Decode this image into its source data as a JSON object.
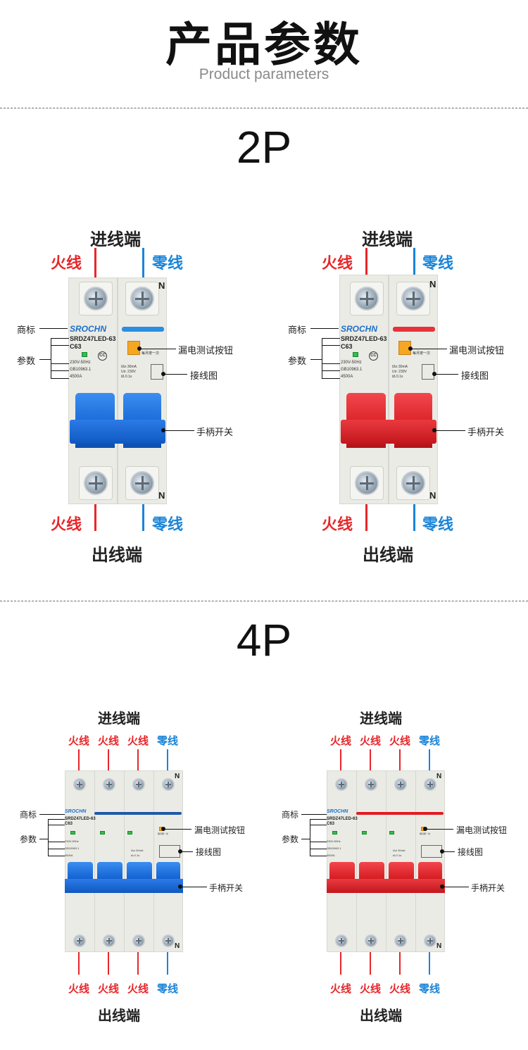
{
  "header": {
    "title": "产品参数",
    "subtitle": "Product parameters"
  },
  "sections": [
    {
      "label": "2P"
    },
    {
      "label": "4P"
    }
  ],
  "labels": {
    "incoming": "进线端",
    "outgoing": "出线端",
    "live": "火线",
    "neutral": "零线",
    "neutral_mark": "N",
    "trademark": "商标",
    "parameters": "参数",
    "test_button": "漏电测试按钮",
    "wiring_diagram": "接线图",
    "handle_switch": "手柄开关"
  },
  "breaker": {
    "brand": "SROCHN",
    "model": "SRDZ47LED-63",
    "rating": "C63",
    "voltage": "230V-50Hz",
    "standard": "GB10963.1",
    "breaking": "4500A",
    "ce_mark": "CC",
    "test_note": "每月按一次",
    "spec_2p_1": "IΔn 30mA",
    "spec_2p_2": "Un: 230V",
    "spec_2p_3": "tΔ 0.1s",
    "spec_4p_1": "IΔn 30mA",
    "spec_4p_2": "tΔ 0.1s"
  },
  "colors": {
    "live": "#e8262a",
    "neutral": "#1a84d8",
    "handle_blue": "#1666d6",
    "handle_red": "#d82025"
  }
}
